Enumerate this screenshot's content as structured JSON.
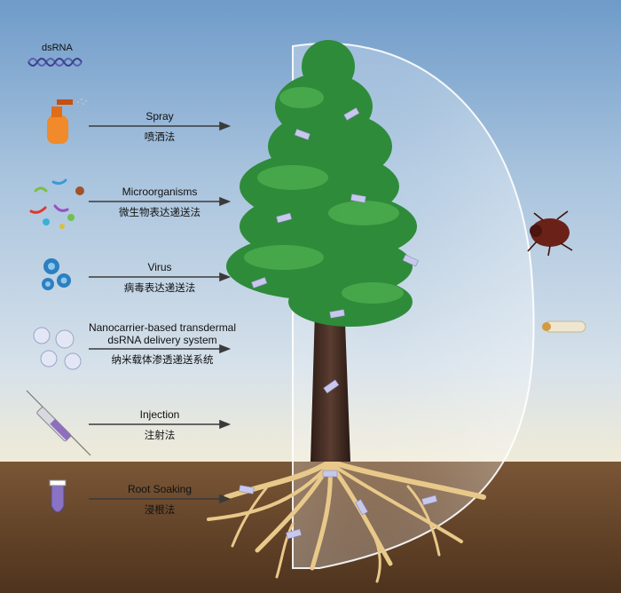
{
  "legend": {
    "label": "dsRNA"
  },
  "methods": [
    {
      "en": "Spray",
      "zh": "喷洒法",
      "icon": "spray-bottle-icon"
    },
    {
      "en": "Microorganisms",
      "zh": "微生物表达递送法",
      "icon": "microorganisms-icon"
    },
    {
      "en": "Virus",
      "zh": "病毒表达递送法",
      "icon": "virus-icon"
    },
    {
      "en": "Nanocarrier-based transdermal dsRNA delivery system",
      "en_line1": "Nanocarrier-based transdermal",
      "en_line2": "dsRNA delivery system",
      "zh": "纳米载体渗透递送系统",
      "icon": "nanocarrier-icon"
    },
    {
      "en": "Injection",
      "zh": "注射法",
      "icon": "syringe-icon"
    },
    {
      "en": "Root Soaking",
      "zh": "浸根法",
      "icon": "tube-icon"
    }
  ],
  "pests": [
    {
      "icon": "beetle-icon"
    },
    {
      "icon": "larva-icon"
    }
  ],
  "colors": {
    "arrow": "#3a3a3a",
    "soil": "#6b4a2e",
    "foliage": "#2e8b3a",
    "trunk": "#4a3128",
    "roots": "#e9c98a",
    "tag": "#b8b8e0"
  }
}
